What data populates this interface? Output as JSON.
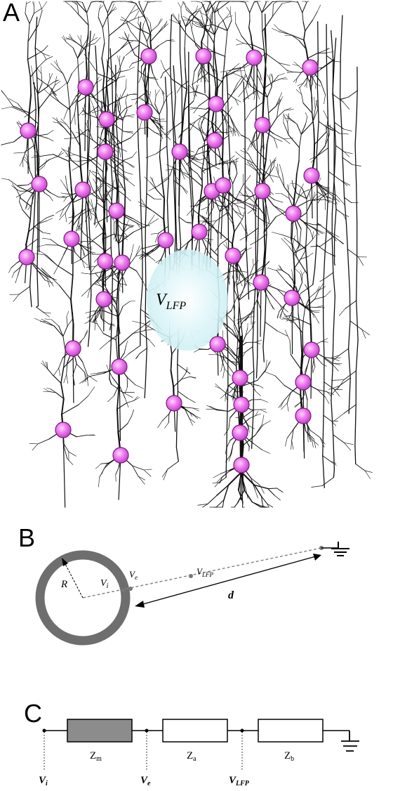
{
  "panels": {
    "a": {
      "letter": "A",
      "lfp_main": "V",
      "lfp_sub": "LFP"
    },
    "b": {
      "letter": "B",
      "radius_label": "R",
      "vi_main": "V",
      "vi_sub": "i",
      "ve_main": "V",
      "ve_sub": "e",
      "vlfp_main": "V",
      "vlfp_sub": "LFP",
      "distance_label": "d"
    },
    "c": {
      "letter": "C",
      "z_m_main": "Z",
      "z_m_sub": "m",
      "z_a_main": "Z",
      "z_a_sub": "a",
      "z_b_main": "Z",
      "z_b_sub": "b",
      "vi_main": "V",
      "vi_sub": "i",
      "ve_main": "V",
      "ve_sub": "e",
      "vlfp_main": "V",
      "vlfp_sub": "LFP"
    }
  },
  "colors": {
    "soma": "#f080f0",
    "soma_edge": "#7a1b7a",
    "lfp_glow": "#cdeff3",
    "membrane": "#6e6e6e",
    "zm_fill": "#8c8c8c"
  }
}
